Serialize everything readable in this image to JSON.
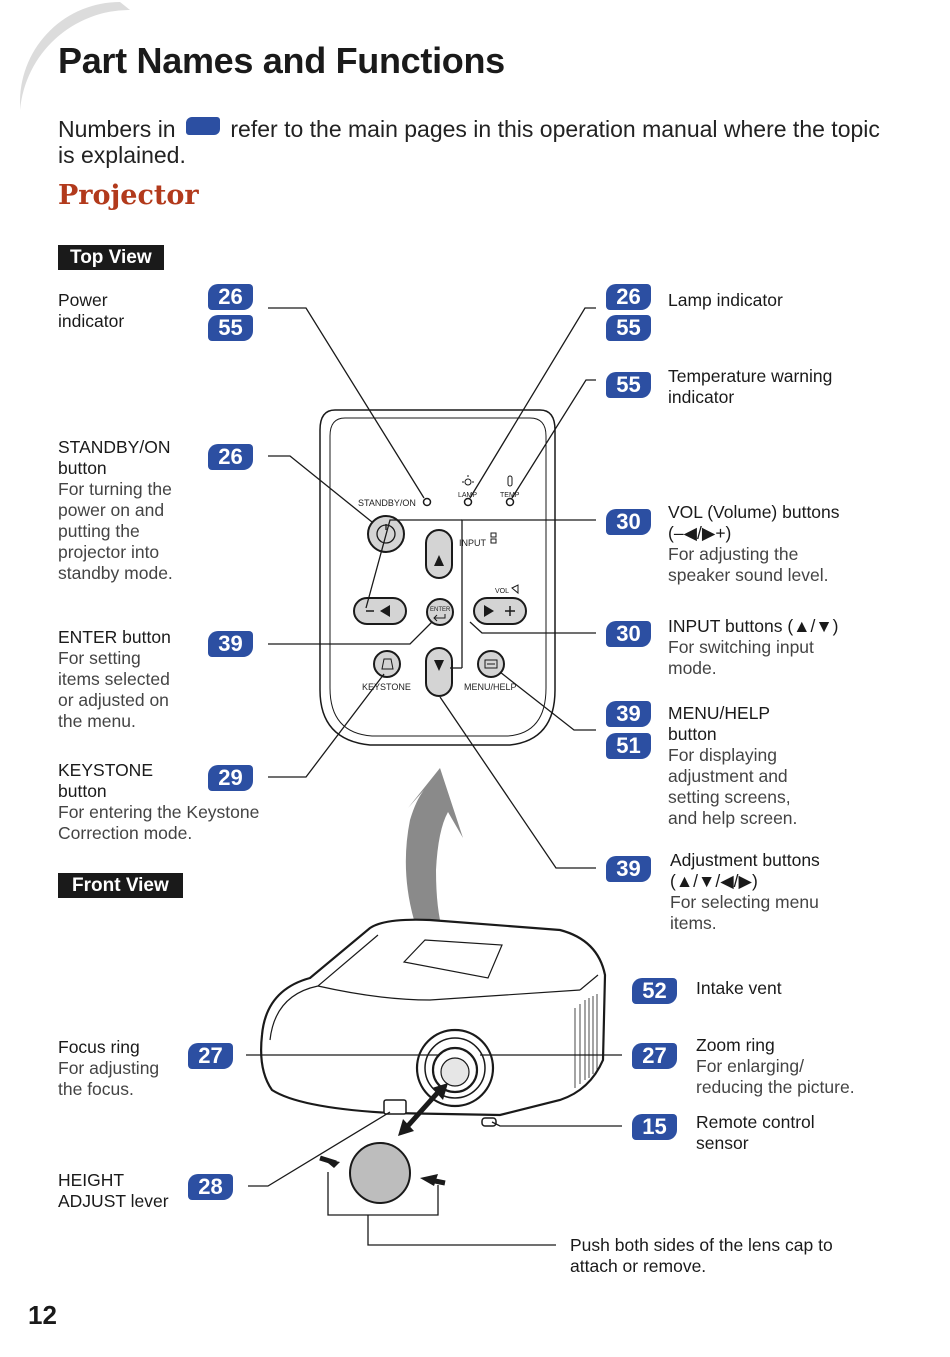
{
  "page": {
    "title": "Part Names and Functions",
    "intro_before": "Numbers in",
    "intro_after": "refer to the main pages in this operation manual where the topic is explained.",
    "section": "Projector",
    "top_view_label": "Top View",
    "front_view_label": "Front View",
    "page_number": "12"
  },
  "colors": {
    "badge": "#2c4fa2",
    "section": "#b23a1c",
    "tag_bg": "#1a1a1a"
  },
  "top_left": [
    {
      "badges": [
        "26",
        "55"
      ],
      "label": "Power\nindicator",
      "desc": ""
    },
    {
      "badges": [
        "26"
      ],
      "label": "STANDBY/ON\nbutton",
      "desc": "For turning the\npower on and\nputting the\nprojector into\nstandby mode."
    },
    {
      "badges": [
        "39"
      ],
      "label": "ENTER button",
      "desc": "For setting\nitems selected\nor adjusted on\nthe menu."
    },
    {
      "badges": [
        "29"
      ],
      "label": "KEYSTONE\nbutton",
      "desc": "For entering the Keystone\nCorrection mode."
    }
  ],
  "top_right": [
    {
      "badges": [
        "26",
        "55"
      ],
      "label": "Lamp indicator",
      "desc": ""
    },
    {
      "badges": [
        "55"
      ],
      "label": "Temperature warning\nindicator",
      "desc": ""
    },
    {
      "badges": [
        "30"
      ],
      "label": "VOL (Volume) buttons\n(–◀/▶+)",
      "desc": "For adjusting the\nspeaker sound level."
    },
    {
      "badges": [
        "30"
      ],
      "label": "INPUT buttons (▲/▼)",
      "desc": "For switching input\nmode."
    },
    {
      "badges": [
        "39",
        "51"
      ],
      "label": "MENU/HELP\nbutton",
      "desc": "For displaying\nadjustment and\nsetting screens,\nand help screen."
    },
    {
      "badges": [
        "39"
      ],
      "label": "Adjustment buttons\n(▲/▼/◀/▶)",
      "desc": "For selecting menu\nitems."
    }
  ],
  "front_left": [
    {
      "badges": [
        "27"
      ],
      "label": "Focus ring",
      "desc": "For adjusting\nthe focus."
    },
    {
      "badges": [
        "28"
      ],
      "label": "HEIGHT\nADJUST lever",
      "desc": ""
    }
  ],
  "front_right": [
    {
      "badges": [
        "52"
      ],
      "label": "Intake vent",
      "desc": ""
    },
    {
      "badges": [
        "27"
      ],
      "label": "Zoom ring",
      "desc": "For enlarging/\nreducing the picture."
    },
    {
      "badges": [
        "15"
      ],
      "label": "Remote control\nsensor",
      "desc": ""
    }
  ],
  "lens_cap_note": "Push both sides of the lens cap to\nattach or remove.",
  "panel": {
    "standby": "STANDBY/ON",
    "lamp": "LAMP",
    "temp": "TEMP",
    "input": "INPUT",
    "vol": "VOL",
    "enter": "ENTER",
    "keystone": "KEYSTONE",
    "menu": "MENU/HELP"
  }
}
